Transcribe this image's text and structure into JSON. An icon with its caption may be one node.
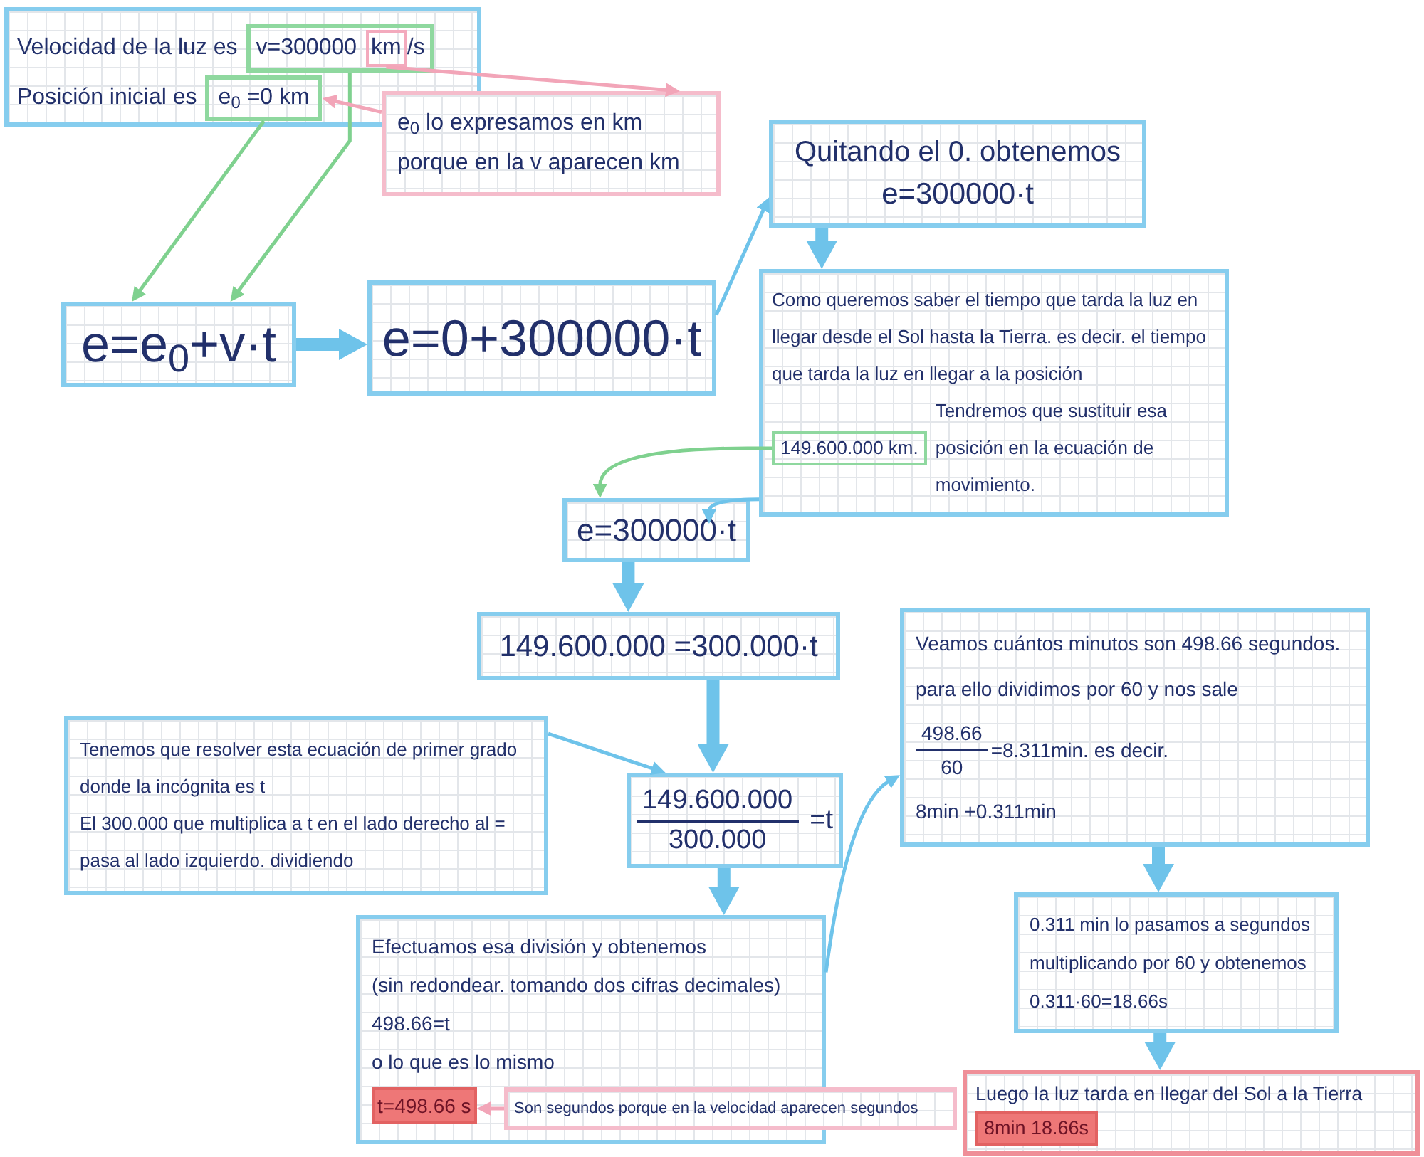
{
  "diagram": {
    "nodes": [
      {
        "text": [
          "Velocidad de la luz es",
          "Posición inicial es"
        ]
      },
      {
        "text": [
          "v=300000",
          "/s"
        ],
        "in": 0
      },
      {
        "text": [
          "km"
        ],
        "in": 1
      },
      {
        "text": [
          "e$_{0}$ =0 km"
        ],
        "in": 0
      },
      {
        "text": [
          "e$_{0}$ lo expresamos en km porque en la v aparecen km"
        ]
      },
      {
        "text": [
          "e=e$_{0}$+v·t"
        ]
      },
      {
        "text": [
          "e=0+300000·t"
        ]
      },
      {
        "text": [
          "Quitando el 0. obtenemos",
          "e=300000·t"
        ]
      },
      {
        "text": [
          "Como queremos saber el tiempo que tarda la luz en llegar desde el Sol hasta la Tierra. es decir. el tiempo que tarda la luz en llegar a la posición",
          "Tendremos que sustituir esa posición en la ecuación de movimiento."
        ]
      },
      {
        "text": [
          "149.600.000 km."
        ],
        "in": 8
      },
      {
        "text": [
          "e=300000·t"
        ]
      },
      {
        "text": [
          "149.600.000 =300.000·t"
        ]
      },
      {
        "text": [
          "Tenemos que resolver esta ecuación de primer grado donde la incógnita es t",
          "El 300.000 que multiplica a t en el lado derecho al = pasa al lado izquierdo. dividiendo"
        ]
      },
      {
        "text": [
          "149.600.000",
          "300.000",
          "=t"
        ]
      },
      {
        "text": [
          "Efectuamos esa división y obtenemos",
          "(sin redondear. tomando dos cifras decimales)",
          "498.66=t",
          "o lo que es lo mismo"
        ]
      },
      {
        "text": [
          "t=498.66 s"
        ],
        "in": 14
      },
      {
        "text": [
          "Son segundos porque en la velocidad aparecen segundos"
        ]
      },
      {
        "text": [
          "Veamos cuántos minutos son 498.66 segundos. para ello dividimos por 60 y nos sale",
          "498.66",
          "60",
          "=8.311min. es decir.",
          "8min +0.311min"
        ]
      },
      {
        "text": [
          "0.311 min lo pasamos a segundos multiplicando por 60 y obtenemos",
          "0.311·60=18.66s"
        ]
      },
      {
        "text": [
          "Luego la luz tarda en llegar del Sol a la Tierra"
        ]
      },
      {
        "text": [
          "8min 18.66s"
        ],
        "in": 19
      }
    ],
    "edges": [
      {
        "from": 3,
        "to": 5,
        "arrow": "to",
        "color": "#7fd18f"
      },
      {
        "from": 1,
        "to": 5,
        "arrow": "to",
        "color": "#7fd18f"
      },
      {
        "from": 2,
        "to": 4,
        "arrow": "to",
        "color": "#f2a5b8"
      },
      {
        "from": 4,
        "to": 3,
        "arrow": "to",
        "color": "#f2a5b8"
      },
      {
        "from": 5,
        "to": 6,
        "arrow": "to",
        "style": "thick"
      },
      {
        "from": 6,
        "to": 7,
        "arrow": "to"
      },
      {
        "from": 7,
        "to": 8,
        "arrow": "to",
        "style": "thick"
      },
      {
        "from": 9,
        "to": 10,
        "arrow": "to",
        "color": "#7fd18f"
      },
      {
        "from": 8,
        "to": 10,
        "arrow": "to"
      },
      {
        "from": 10,
        "to": 11,
        "arrow": "to",
        "style": "thick"
      },
      {
        "from": 11,
        "to": 13,
        "arrow": "to",
        "style": "thick"
      },
      {
        "from": 12,
        "to": 13,
        "arrow": "to"
      },
      {
        "from": 13,
        "to": 14,
        "arrow": "to",
        "style": "thick"
      },
      {
        "from": 14,
        "to": 17,
        "arrow": "to"
      },
      {
        "from": 17,
        "to": 18,
        "arrow": "to",
        "style": "thick"
      },
      {
        "from": 18,
        "to": 19,
        "arrow": "to",
        "style": "thick"
      },
      {
        "from": 16,
        "to": 15,
        "arrow": "to",
        "color": "#f2a5b8"
      }
    ]
  }
}
